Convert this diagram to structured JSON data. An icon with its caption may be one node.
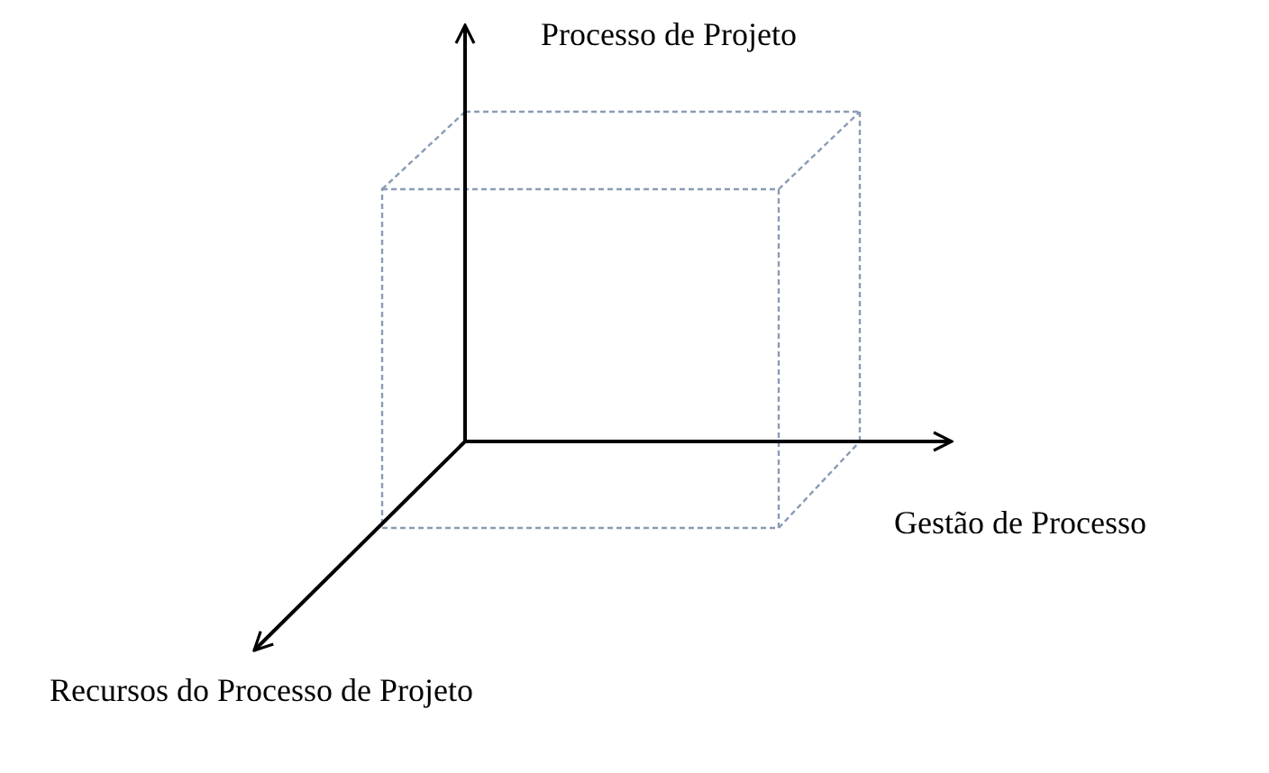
{
  "diagram": {
    "labels": [
      "Processo de Projeto",
      "Gestão de Processo",
      "Recursos do Processo de Projeto"
    ]
  }
}
